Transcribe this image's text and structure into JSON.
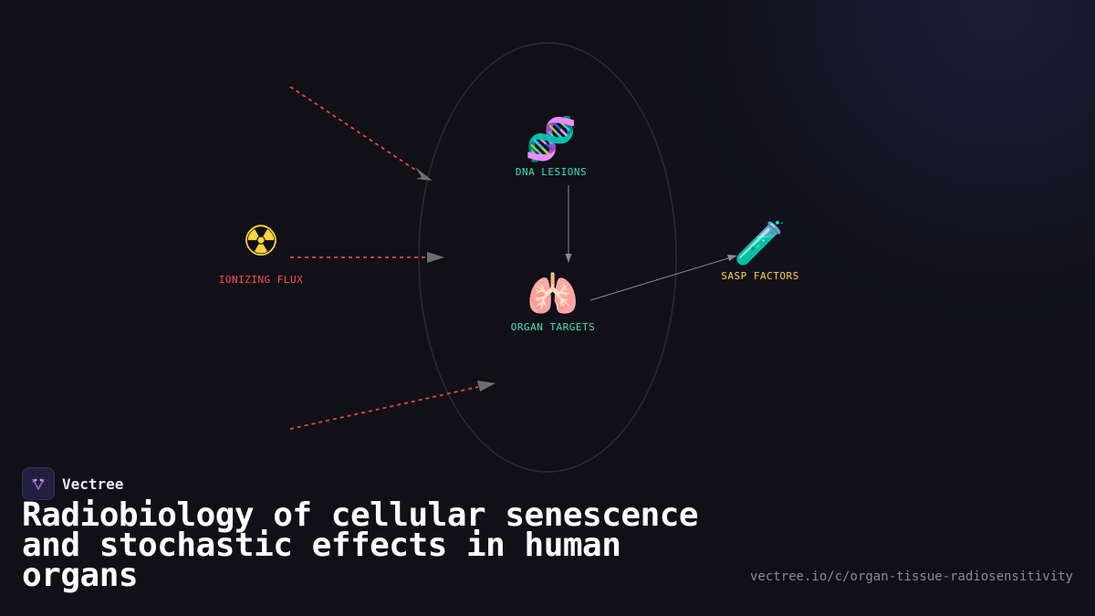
{
  "brand": {
    "name": "Vectree",
    "logo_icon": "vectree-logo-icon",
    "accent": "#a05ad6"
  },
  "title": "Radiobiology of cellular senescence and stochastic effects in human organs",
  "url": "vectree.io/c/organ-tissue-radiosensitivity",
  "diagram": {
    "nodes": [
      {
        "id": "flux",
        "label": "IONIZING FLUX",
        "glyph": "☢",
        "icon": "radioactive-icon",
        "color": "#ff4d4d"
      },
      {
        "id": "dna",
        "label": "DNA LESIONS",
        "glyph": "🧬",
        "icon": "dna-icon",
        "color": "#3de0b8"
      },
      {
        "id": "organ",
        "label": "ORGAN TARGETS",
        "glyph": "🫁",
        "icon": "lungs-icon",
        "color": "#3de0b8"
      },
      {
        "id": "sasp",
        "label": "SASP FACTORS",
        "glyph": "🧪",
        "icon": "test-tube-icon",
        "color": "#ffd23f"
      }
    ],
    "edges": [
      {
        "from": "flux",
        "to": "organ-boundary-top",
        "style": "dashed",
        "color": "#e84545"
      },
      {
        "from": "flux",
        "to": "organ-boundary-middle",
        "style": "dashed",
        "color": "#e84545"
      },
      {
        "from": "flux",
        "to": "organ-boundary-bottom",
        "style": "dashed",
        "color": "#e84545"
      },
      {
        "from": "dna",
        "to": "organ",
        "style": "solid",
        "color": "#8a8a8a"
      },
      {
        "from": "organ",
        "to": "sasp",
        "style": "solid",
        "color": "#8a8a8a"
      }
    ],
    "colors": {
      "background": "#111017",
      "boundary": "#2c2c30",
      "arrowhead": "#6e6e6e"
    }
  }
}
